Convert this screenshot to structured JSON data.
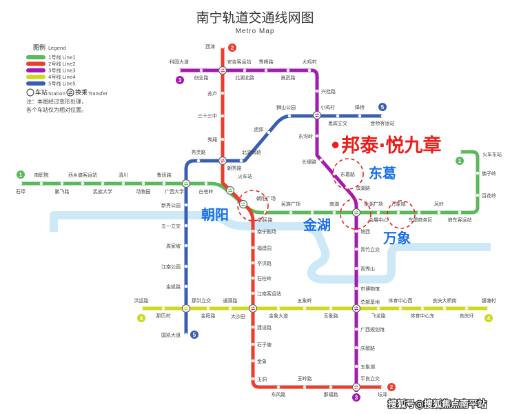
{
  "title": "南宁轨道交通线网图",
  "subtitle": "Metro Map",
  "legend": {
    "heading": "图例",
    "heading_en": "Legend",
    "lines": [
      "1号线 Line1",
      "2号线 Line2",
      "3号线 Line3",
      "4号线 Line4",
      "5号线 Line5"
    ],
    "station": "车站",
    "station_en": "Station",
    "transfer": "换乘",
    "transfer_en": "Transfer",
    "note1": "注：本图经过变形处理，",
    "note2": "各个车站仅为相对位置。"
  },
  "colors": {
    "line1": "#5cb85c",
    "line2": "#ee3b2c",
    "line3": "#a21ab0",
    "line4": "#cfd81c",
    "line5": "#3a5fb0",
    "river": "#cde9f7",
    "promo": "#f01c1c",
    "area": "#1a6fe8"
  },
  "badges": {
    "line1": "1",
    "line2": "2",
    "line3": "3",
    "line4": "4",
    "line5": "5"
  },
  "stations": {
    "line1": [
      "石埠",
      "南职院",
      "鹏飞路",
      "西乡塘客运站",
      "民族大学",
      "清川",
      "动物园",
      "鲁班路",
      "广西大学",
      "白苍岭",
      "火车站",
      "朝阳广场",
      "新民路",
      "民族广场",
      "",
      "南湖",
      "金湖广场",
      "会展中心",
      "万象城",
      "东盟商务区",
      "凤岭",
      "埌东客运站",
      "百花岭",
      "佛子岭",
      "火车东站"
    ],
    "line2": [
      "西津",
      "安吉客运站",
      "苏卢",
      "三十三中",
      "秀厢",
      "朝秀路",
      "南宁剧场",
      "福建园",
      "亭洪路",
      "石柱岭",
      "江南客运站",
      "大沙田",
      "建设路",
      "石子塘",
      "金象",
      "玉洞",
      "东风路",
      "玉岭路",
      "那福路",
      "平良立交",
      "坛泽"
    ],
    "line3": [
      "科园大道",
      "创业路",
      "北湖北路",
      "秀峰路",
      "嵩武路",
      "大鸡村",
      "兴桂路",
      "小鸡村",
      "东沟岭",
      "长堽路",
      "东葛路",
      "滨湖路",
      "埌西",
      "青竹立交",
      "青秀山",
      "市博物馆",
      "总部基地",
      "广西规划馆",
      "庆歌路",
      "五象湖"
    ],
    "line4": [
      "洪运路",
      "那历村",
      "那洪立交",
      "金阳路",
      "通源路",
      "金象大道",
      "五象岭",
      "玉象路",
      "飞龙路",
      "体育中心西",
      "体育中心东",
      "良庆大桥南",
      "良庆圩",
      "银塘村"
    ],
    "line5": [
      "国凯大道",
      "金凯路",
      "江南公园",
      "周家坡",
      "五一立交",
      "新秀公园",
      "秀灵路",
      "北湖南路",
      "虎邱",
      "狮山公园",
      "邕宾立交",
      "降桥",
      "金桥客运站"
    ]
  },
  "overlay": {
    "promo": "•邦泰·悦九章",
    "areas": [
      "东葛",
      "朝阳",
      "金湖",
      "万象"
    ]
  },
  "watermark": "搜狐号@搜狐焦点南平站"
}
